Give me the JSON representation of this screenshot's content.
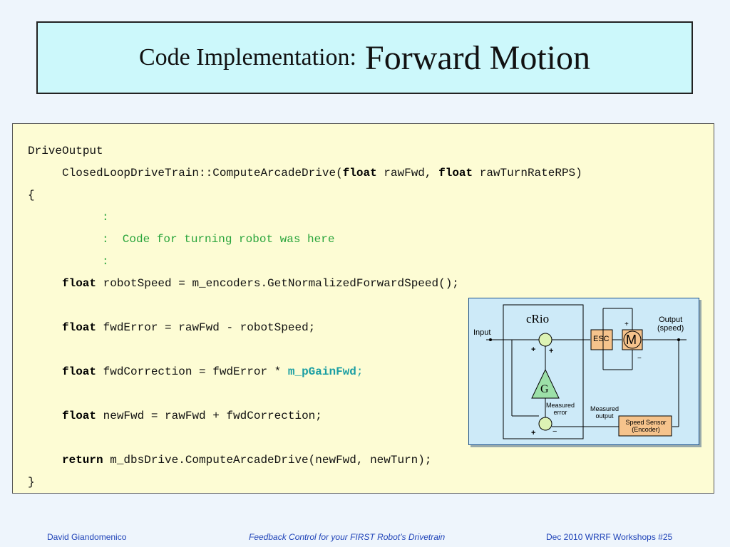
{
  "title": {
    "prefix": "Code Implementation:",
    "main": "Forward Motion"
  },
  "code": {
    "l1": "DriveOutput",
    "l2_a": "ClosedLoopDriveTrain::ComputeArcadeDrive(",
    "l2_kw1": "float",
    "l2_b": " rawFwd, ",
    "l2_kw2": "float",
    "l2_c": " rawTurnRateRPS)",
    "l3": "{",
    "l4": ":",
    "l5": ":  Code for turning robot was here",
    "l6": ":",
    "l7_kw": "float",
    "l7": " robotSpeed = m_encoders.GetNormalizedForwardSpeed();",
    "l8_kw": "float",
    "l8": " fwdError = rawFwd - robotSpeed;",
    "l9_kw": "float",
    "l9": " fwdCorrection = fwdError * ",
    "l9_gain": "m_pGainFwd",
    "l9_end": ";",
    "l10_kw": "float",
    "l10": " newFwd = rawFwd + fwdCorrection;",
    "l11_kw": "return",
    "l11": " m_dbsDrive.ComputeArcadeDrive(newFwd, newTurn);",
    "l12": "}"
  },
  "diagram": {
    "crio": "cRio",
    "input": "Input",
    "output_1": "Output",
    "output_2": "(speed)",
    "esc": "ESC",
    "motor": "M",
    "gain": "G",
    "measured_error_1": "Measured",
    "measured_error_2": "error",
    "measured_output_1": "Measured",
    "measured_output_2": "output",
    "sensor_1": "Speed Sensor",
    "sensor_2": "(Encoder)",
    "plus": "+",
    "minus": "−"
  },
  "footer": {
    "author": "David  Giandomenico",
    "center": "Feedback Control for your FIRST Robot’s Drivetrain",
    "right": "Dec 2010 WRRF Workshops  #25"
  }
}
